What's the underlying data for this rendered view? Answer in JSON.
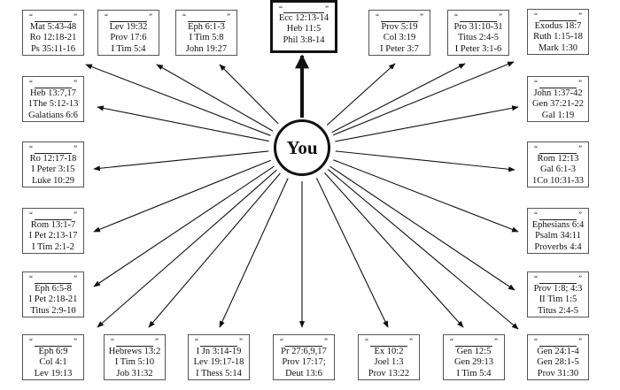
{
  "center": {
    "label": "You"
  },
  "quote_open": "“",
  "quote_close": "”",
  "boxes": [
    {
      "id": "top-1",
      "refs": [
        "Mat 5:43-48",
        "Ro 12:18-21",
        "Ps 35:11-16"
      ]
    },
    {
      "id": "top-2",
      "refs": [
        "Lev 19:32",
        "Prov 17:6",
        "I Tim 5:4"
      ]
    },
    {
      "id": "top-3",
      "refs": [
        "Eph 6:1-3",
        "I Tim 5:8",
        "John 19:27"
      ]
    },
    {
      "id": "top-center",
      "emphasized": true,
      "refs": [
        "Ecc 12:13-14",
        "Heb 11:5",
        "Phil 3:8-14"
      ]
    },
    {
      "id": "top-5",
      "refs": [
        "Prov 5:19",
        "Col 3:19",
        "I Peter 3:7"
      ]
    },
    {
      "id": "top-6",
      "refs": [
        "Pro 31:10-31",
        "Titus 2:4-5",
        "I Peter 3:1-6"
      ]
    },
    {
      "id": "top-7",
      "refs": [
        "Exodus 18:7",
        "Ruth 1:15-18",
        "Mark 1:30"
      ]
    },
    {
      "id": "left-2",
      "refs": [
        "Heb 13:7,17",
        "1The 5:12-13",
        "Galatians 6:6"
      ]
    },
    {
      "id": "left-3",
      "refs": [
        "Ro 12:17-18",
        "I Peter 3:15",
        "Luke 10:29"
      ]
    },
    {
      "id": "left-4",
      "refs": [
        "Rom 13:1-7",
        "I Pet 2:13-17",
        "I Tim 2:1-2"
      ]
    },
    {
      "id": "left-5",
      "refs": [
        "Eph 6:5-8",
        "I Pet 2:18-21",
        "Titus 2:9-10"
      ]
    },
    {
      "id": "right-2",
      "refs": [
        "John 1:37-42",
        "Gen 37:21-22",
        "Gal 1:19"
      ]
    },
    {
      "id": "right-3",
      "refs": [
        "Rom 12:13",
        "Gal 6:1-3",
        "1Co 10:31-33"
      ]
    },
    {
      "id": "right-4",
      "refs": [
        "Ephesians 6:4",
        "Psalm 34:11",
        "Proverbs 4:4"
      ]
    },
    {
      "id": "right-5",
      "refs": [
        "Prov 1:8; 4:3",
        "II Tim 1:5",
        "Titus 2:4-5"
      ]
    },
    {
      "id": "bottom-1",
      "refs": [
        "Eph 6:9",
        "Col 4:1",
        "Lev 19:13"
      ]
    },
    {
      "id": "bottom-2",
      "refs": [
        "Hebrews 13:2",
        "I Tim 5:10",
        "Job 31:32"
      ]
    },
    {
      "id": "bottom-3",
      "refs": [
        "I Jn 3:14-19",
        "Lev 19:17-18",
        "I Thess 5:14"
      ]
    },
    {
      "id": "bottom-4",
      "refs": [
        "Pr 27:6,9,17",
        "Prov 17:17;",
        "Deut 13:6"
      ]
    },
    {
      "id": "bottom-5",
      "refs": [
        "Ex 10:2",
        "Joel 1:3",
        "Prov 13:22"
      ]
    },
    {
      "id": "bottom-6",
      "refs": [
        "Gen 12:5",
        "Gen 29:13",
        "I Tim 5:4"
      ]
    },
    {
      "id": "bottom-7",
      "refs": [
        "Gen 24:1-4",
        "Gen 28:1-5",
        "Prov 31:30"
      ]
    }
  ]
}
